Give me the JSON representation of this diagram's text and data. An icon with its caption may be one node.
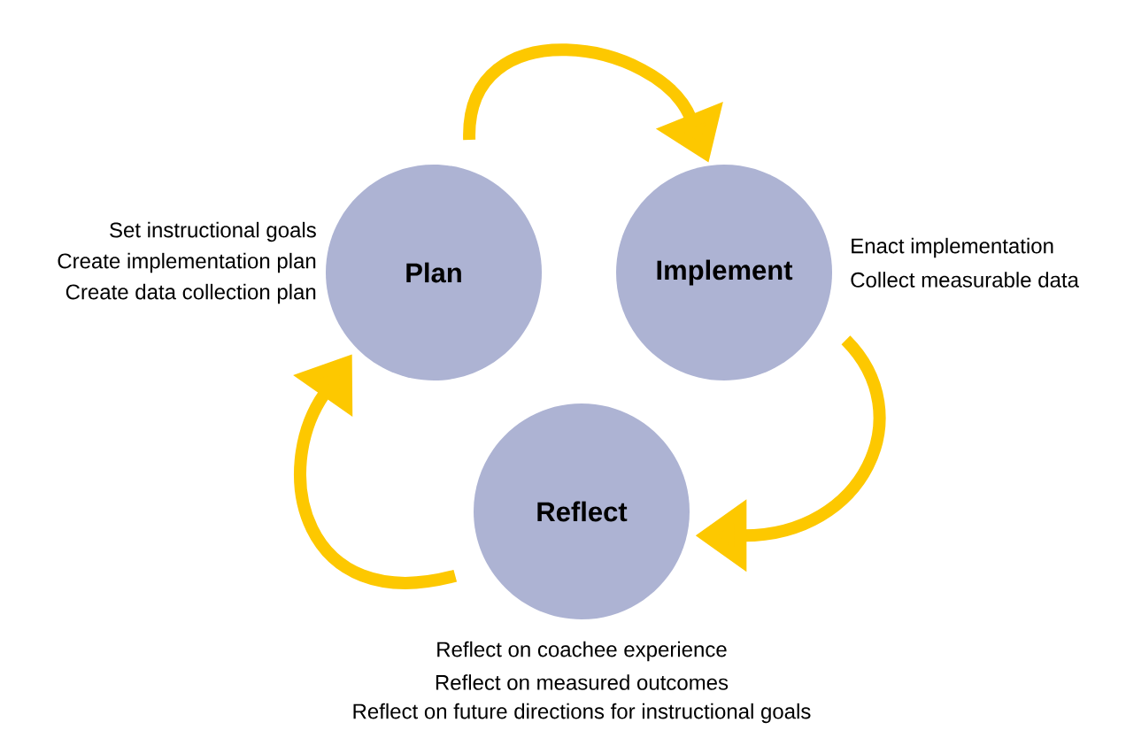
{
  "diagram": {
    "nodes": [
      {
        "text": [
          "Plan"
        ],
        "beside": [
          "Set instructional goals",
          "Create implementation plan",
          "Create data collection plan"
        ]
      },
      {
        "text": [
          "Implement"
        ],
        "beside": [
          "Enact implementation",
          "Collect measurable data"
        ]
      },
      {
        "text": [
          "Reflect"
        ],
        "beside": [
          "Reflect on coachee experience",
          "Reflect on measured outcomes",
          "Reflect on future directions for instructional goals"
        ]
      }
    ],
    "edges": [
      {
        "from": 0,
        "to": 1,
        "arrow": "to"
      },
      {
        "from": 1,
        "to": 2,
        "arrow": "to"
      },
      {
        "from": 2,
        "to": 0,
        "arrow": "to"
      }
    ]
  }
}
